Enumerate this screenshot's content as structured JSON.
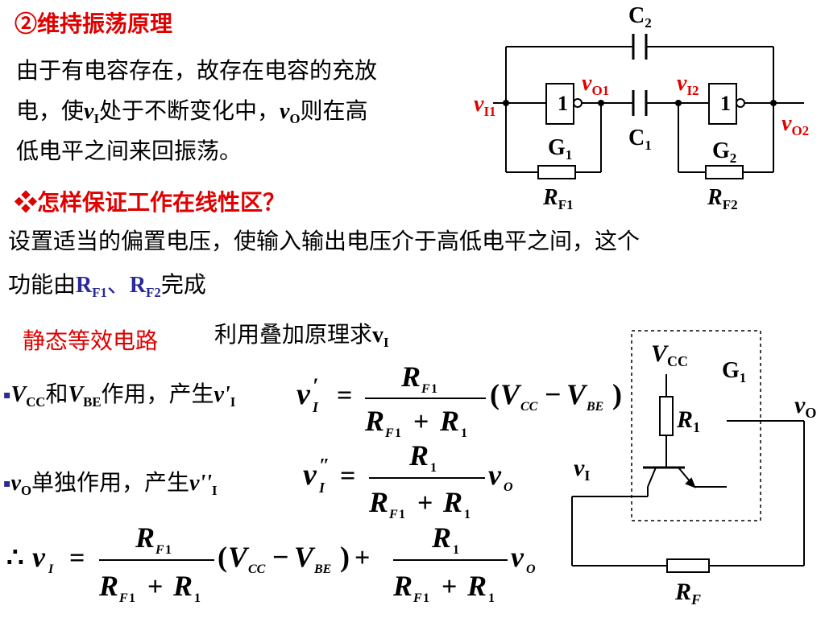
{
  "title": "②维持振荡原理",
  "intro": {
    "line1": "由于有电容存在，故存在电容的充放",
    "line2_a": "电，使",
    "line2_v1": "v",
    "line2_v1_sub": "I",
    "line2_b": "处于不断变化中，",
    "line2_vo": "v",
    "line2_vo_sub": "O",
    "line2_c": "则在高",
    "line3": "低电平之间来回振荡。"
  },
  "question": {
    "marker": "❖",
    "text": "怎样保证工作在线性区？"
  },
  "answer": {
    "line1": "设置适当的偏置电压，使输入输出电压介于高低电平之间，这个",
    "line2_a": "功能由",
    "rf1": "R",
    "rf1_sub": "F1",
    "sep": "、",
    "rf2": "R",
    "rf2_sub": "F2",
    "line2_b": "完成"
  },
  "static": {
    "heading": "静态等效电路",
    "text": "利用叠加原理求",
    "v": "v",
    "v_sub": "I"
  },
  "bullets": [
    {
      "marker": "▪",
      "parts": [
        "V",
        "CC",
        "和",
        "V",
        "BE",
        "作用，产生",
        "v'",
        "I"
      ]
    },
    {
      "marker": "▪",
      "parts": [
        "v",
        "O",
        "单独作用，产生",
        "v''",
        "I"
      ]
    }
  ],
  "circuit_top": {
    "c2": "C",
    "c2_sub": "2",
    "c1": "C",
    "c1_sub": "1",
    "gate1": "1",
    "gate2": "1",
    "g1": "G",
    "g1_sub": "1",
    "g2": "G",
    "g2_sub": "2",
    "vi1": "v",
    "vi1_sub": "I1",
    "vo1": "v",
    "vo1_sub": "O1",
    "vi2": "v",
    "vi2_sub": "I2",
    "vo2": "v",
    "vo2_sub": "O2",
    "rf1": "R",
    "rf1_sub": "F1",
    "rf2": "R",
    "rf2_sub": "F2"
  },
  "circuit_equiv": {
    "vcc": "V",
    "vcc_sub": "CC",
    "g1": "G",
    "g1_sub": "1",
    "r1": "R",
    "r1_sub": "1",
    "vo": "v",
    "vo_sub": "O",
    "vi": "v",
    "vi_sub": "I",
    "rf": "R",
    "rf_sub": "F"
  },
  "colors": {
    "heading": "#e00000",
    "highlight": "#2a2a9a",
    "text": "#000000"
  }
}
